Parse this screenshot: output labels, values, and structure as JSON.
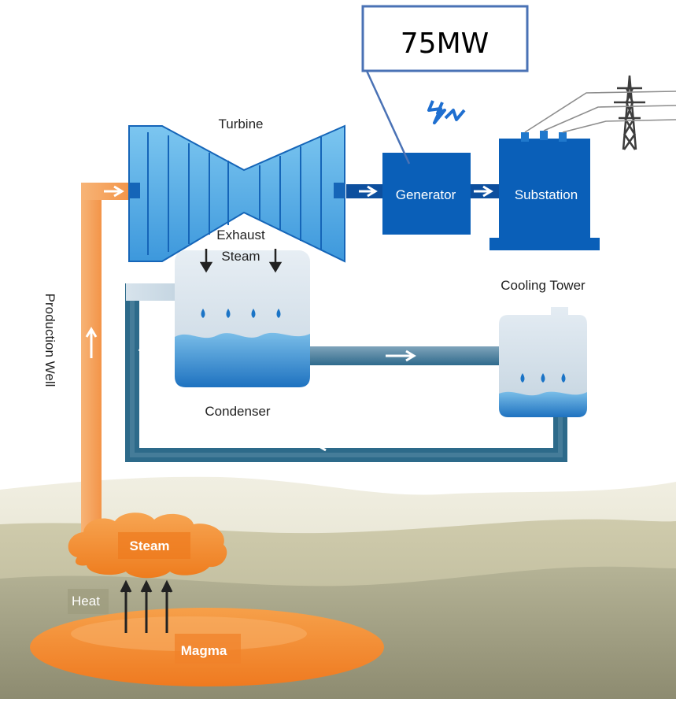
{
  "callout": {
    "text": "75MW"
  },
  "labels": {
    "turbine": "Turbine",
    "generator": "Generator",
    "substation": "Substation",
    "exhaust_line1": "Exhaust",
    "exhaust_line2": "Steam",
    "cooling_tower": "Cooling Tower",
    "condenser": "Condenser",
    "production_well": "Production Well",
    "steam": "Steam",
    "heat": "Heat",
    "magma": "Magma"
  },
  "colors": {
    "blue_dark": "#0a55a8",
    "blue_mid": "#1f7fd0",
    "blue_light": "#5fb0ea",
    "pipe_dark": "#2f6c8d",
    "pipe_light": "#c5dbe8",
    "orange": "#f28a2c",
    "orange_light": "#f9c08c",
    "callout_border": "#4a72b5",
    "ground_light": "#ece9da",
    "ground_mid": "#c9c5a6",
    "ground_dark": "#a3a183"
  }
}
